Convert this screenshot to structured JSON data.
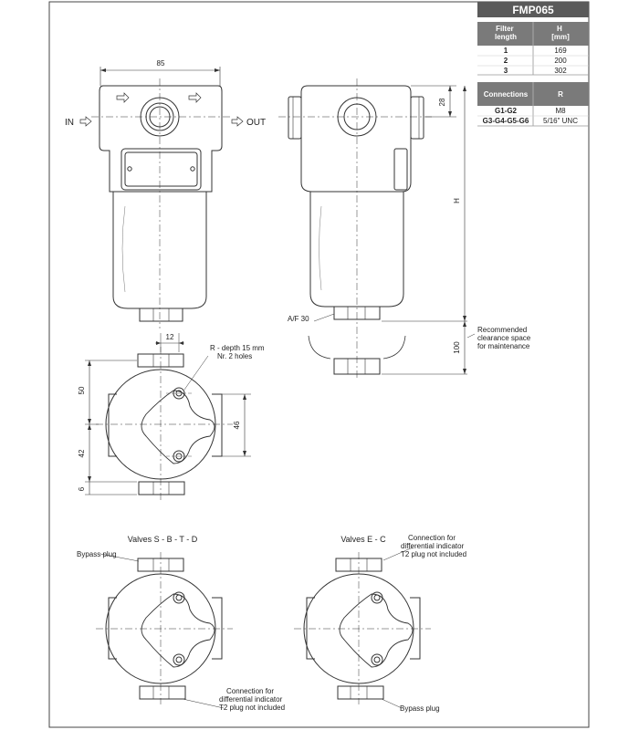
{
  "title": "FMP065",
  "table_length": {
    "headers": [
      "Filter\nlength",
      "H\n[mm]"
    ],
    "rows": [
      [
        "1",
        "169"
      ],
      [
        "2",
        "200"
      ],
      [
        "3",
        "302"
      ]
    ]
  },
  "table_connections": {
    "headers": [
      "Connections",
      "R"
    ],
    "rows": [
      [
        "G1-G2",
        "M8"
      ],
      [
        "G3-G4-G5-G6",
        "5/16\" UNC"
      ]
    ]
  },
  "front_view": {
    "width_dim": "85",
    "inlet": "IN",
    "outlet": "OUT"
  },
  "side_view": {
    "dim_28": "28",
    "dim_h": "H",
    "af_label": "A/F 30",
    "clearance_note": [
      "Recommended",
      "clearance space",
      "for maintenance"
    ],
    "dim_100": "100"
  },
  "top_view": {
    "dim_12": "12",
    "hole_note": [
      "R - depth 15 mm",
      "Nr. 2 holes"
    ],
    "dim_50": "50",
    "dim_42": "42",
    "dim_6": "6",
    "dim_46": "46"
  },
  "valves_left": {
    "title": "Valves S - B - T - D",
    "bypass": "Bypass plug",
    "connection_note": [
      "Connection for",
      "differential indicator",
      "T2 plug not included"
    ]
  },
  "valves_right": {
    "title": "Valves E - C",
    "connection_note": [
      "Connection for",
      "differential indicator",
      "T2 plug not included"
    ],
    "bypass": "Bypass plug"
  }
}
